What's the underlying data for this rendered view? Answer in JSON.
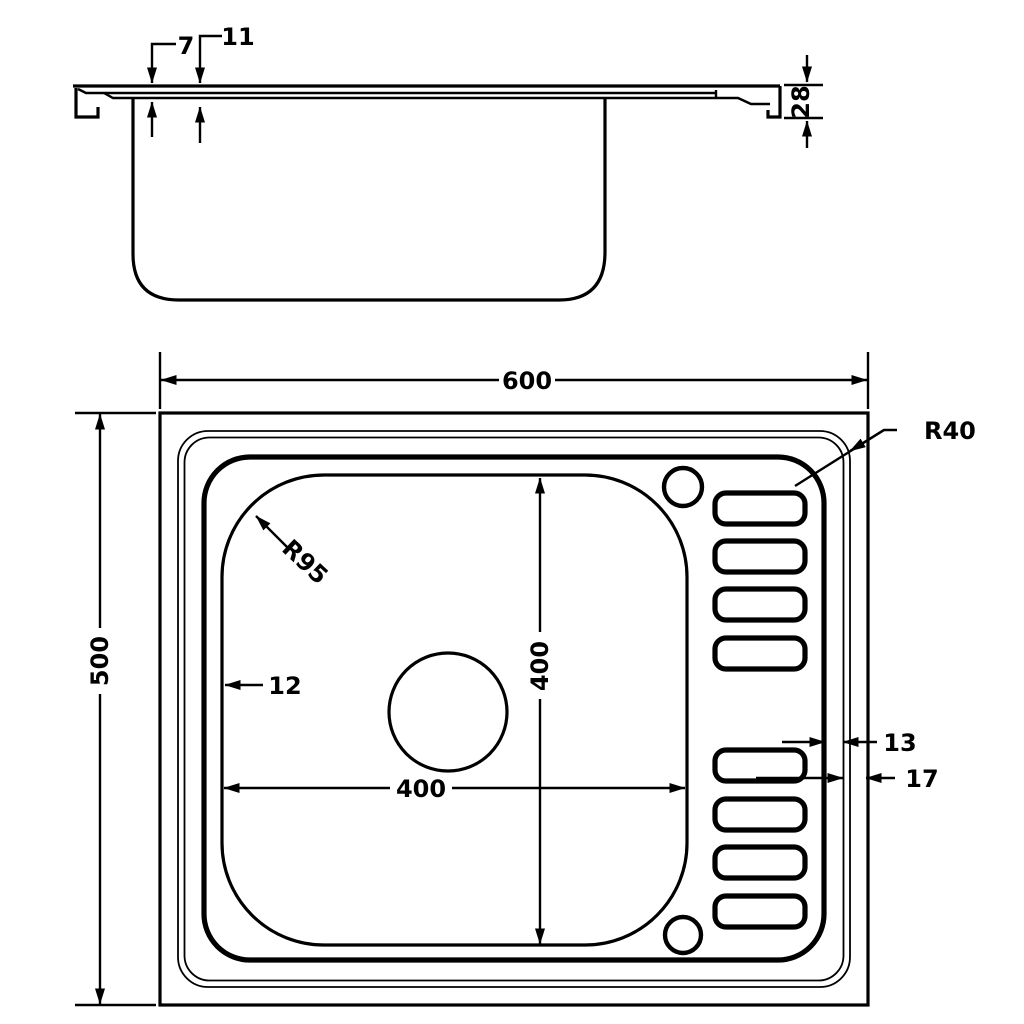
{
  "drawing": {
    "type": "kitchen sink dimensional technical drawing",
    "background_color": "#ffffff",
    "line_color": "#000000",
    "views": [
      "side elevation",
      "plan view"
    ]
  },
  "side_view": {
    "dims": {
      "front_lip": "7",
      "inner_lip": "11",
      "edge_height": "28"
    }
  },
  "plan_view": {
    "dims": {
      "overall_width": "600",
      "overall_depth": "500",
      "bowl_width": "400",
      "bowl_depth": "400",
      "bowl_inset": "12",
      "channel_width": "13",
      "edge_channel": "17",
      "rim_corner_radius": "R40",
      "bowl_corner_radius": "R95"
    },
    "features": {
      "tap_holes": 2,
      "drain_hole": 1,
      "drainer_slots": 8
    }
  }
}
